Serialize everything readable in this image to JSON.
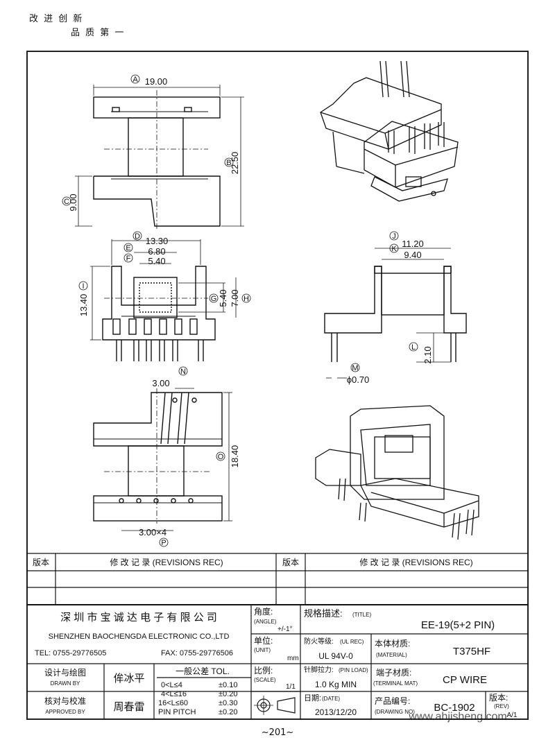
{
  "header": {
    "motto1": "改 进 创 新",
    "motto2": "品 质 第 一"
  },
  "dims": {
    "A": "A",
    "A_val": "19.00",
    "B": "B",
    "B_val": "22.50",
    "C": "C",
    "C_val": "9.00",
    "D": "D",
    "D_val": "13.30",
    "E": "E",
    "E_val": "6.80",
    "F": "F",
    "F_val": "5.40",
    "G": "G",
    "G_val": "5.40",
    "H": "H",
    "H_val": "7.00",
    "I": "I",
    "I_val": "13.40",
    "J": "J",
    "J_val": "11.20",
    "K": "K",
    "K_val": "9.40",
    "L": "L",
    "L_val": "2.10",
    "M": "M",
    "M_val": "ϕ0.70",
    "N": "N",
    "N_val": "3.00",
    "O": "O",
    "O_val": "18.40",
    "P": "P",
    "P_val": "3.00×4"
  },
  "revisions": {
    "ver_label": "版本",
    "rec_label": "修 改 记 录  (REVISIONS REC)"
  },
  "company": {
    "name_cn": "深 圳 市 宝 诚 达 电 子 有 限 公 司",
    "name_en": "SHENZHEN BAOCHENGDA ELECTRONIC CO.,LTD",
    "tel": "TEL: 0755-29776505",
    "fax": "FAX: 0755-29776506"
  },
  "title_block": {
    "angle_label": "角度:",
    "angle_en": "(ANGLE)",
    "angle_val": "+/-1°",
    "title_label": "规格描述:",
    "title_en": "(TITLE)",
    "title_val": "EE-19(5+2 PIN)",
    "unit_label": "单位:",
    "unit_en": "(UNIT)",
    "unit_val": "mm",
    "ul_label": "防火等级:",
    "ul_en": "(UL REC)",
    "ul_val": "UL 94V-0",
    "material_label": "本体材质:",
    "material_en": "(MATERIAL)",
    "material_val": "T375HF",
    "drawn_label": "设计与绘图",
    "drawn_en": "DRAWN BY",
    "drawn_val": "侔冰平",
    "tol_label": "一般公差 TOL.",
    "tol_rows": [
      {
        "range": "0<L≤4",
        "val": "±0.10"
      },
      {
        "range": "4<L≤16",
        "val": "±0.20"
      },
      {
        "range": "16<L≤60",
        "val": "±0.30"
      },
      {
        "range": "PIN PITCH",
        "val": "±0.20"
      }
    ],
    "scale_label": "比例:",
    "scale_en": "(SCALE)",
    "scale_val": "1/1",
    "pinload_label": "针脚拉力:",
    "pinload_en": "(PIN LOAD)",
    "pinload_val": "1.0 Kg MIN",
    "terminal_label": "端子材质:",
    "terminal_en": "(TERMINAL MAT)",
    "terminal_val": "CP WIRE",
    "approved_label": "核对与校准",
    "approved_en": "APPROVED BY",
    "approved_val": "周春雷",
    "date_label": "日期:",
    "date_en": "(DATE)",
    "date_val": "2013/12/20",
    "drawing_label": "产品编号:",
    "drawing_en": "(DRAWING NO)",
    "drawing_val": "BC-1902",
    "rev_label": "版本:",
    "rev_en": "(REV)",
    "rev_val": "A/1"
  },
  "footer": {
    "page": "~201~",
    "watermark": "www.ahjisheng.com"
  }
}
